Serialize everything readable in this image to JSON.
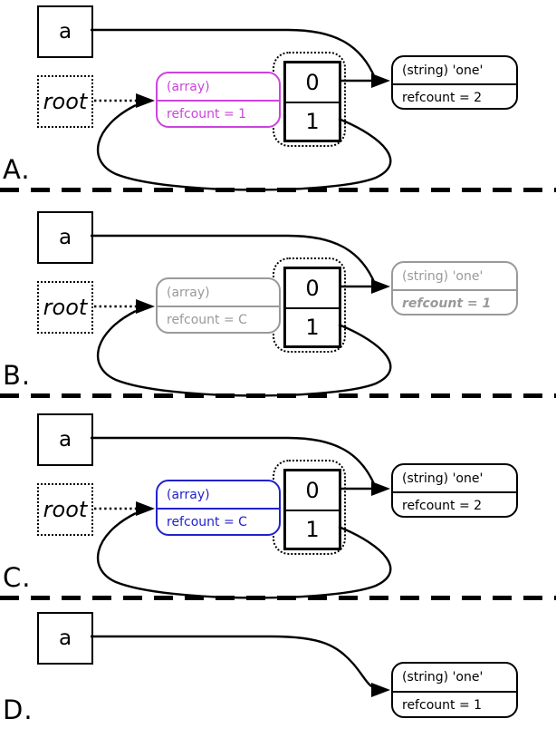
{
  "colors": {
    "magenta": "#cc44dd",
    "blue": "#2222cc",
    "gray": "#999999",
    "black": "#000000"
  },
  "panels": [
    {
      "label": "A.",
      "variable": "a",
      "root": "root",
      "array": {
        "title": "(array)",
        "refcount": "refcount = 1",
        "color_key": "magenta"
      },
      "slots": [
        "0",
        "1"
      ],
      "string": {
        "title": "(string) 'one'",
        "refcount": "refcount = 2",
        "color_key": "black",
        "refcount_style": "normal"
      }
    },
    {
      "label": "B.",
      "variable": "a",
      "root": "root",
      "array": {
        "title": "(array)",
        "refcount": "refcount = C",
        "color_key": "gray"
      },
      "slots": [
        "0",
        "1"
      ],
      "string": {
        "title": "(string) 'one'",
        "refcount": "refcount = 1",
        "color_key": "gray",
        "refcount_style": "bold-italic"
      }
    },
    {
      "label": "C.",
      "variable": "a",
      "root": "root",
      "array": {
        "title": "(array)",
        "refcount": "refcount = C",
        "color_key": "blue"
      },
      "slots": [
        "0",
        "1"
      ],
      "string": {
        "title": "(string) 'one'",
        "refcount": "refcount = 2",
        "color_key": "black",
        "refcount_style": "normal"
      }
    },
    {
      "label": "D.",
      "variable": "a",
      "string": {
        "title": "(string) 'one'",
        "refcount": "refcount = 1",
        "color_key": "black",
        "refcount_style": "normal"
      }
    }
  ]
}
